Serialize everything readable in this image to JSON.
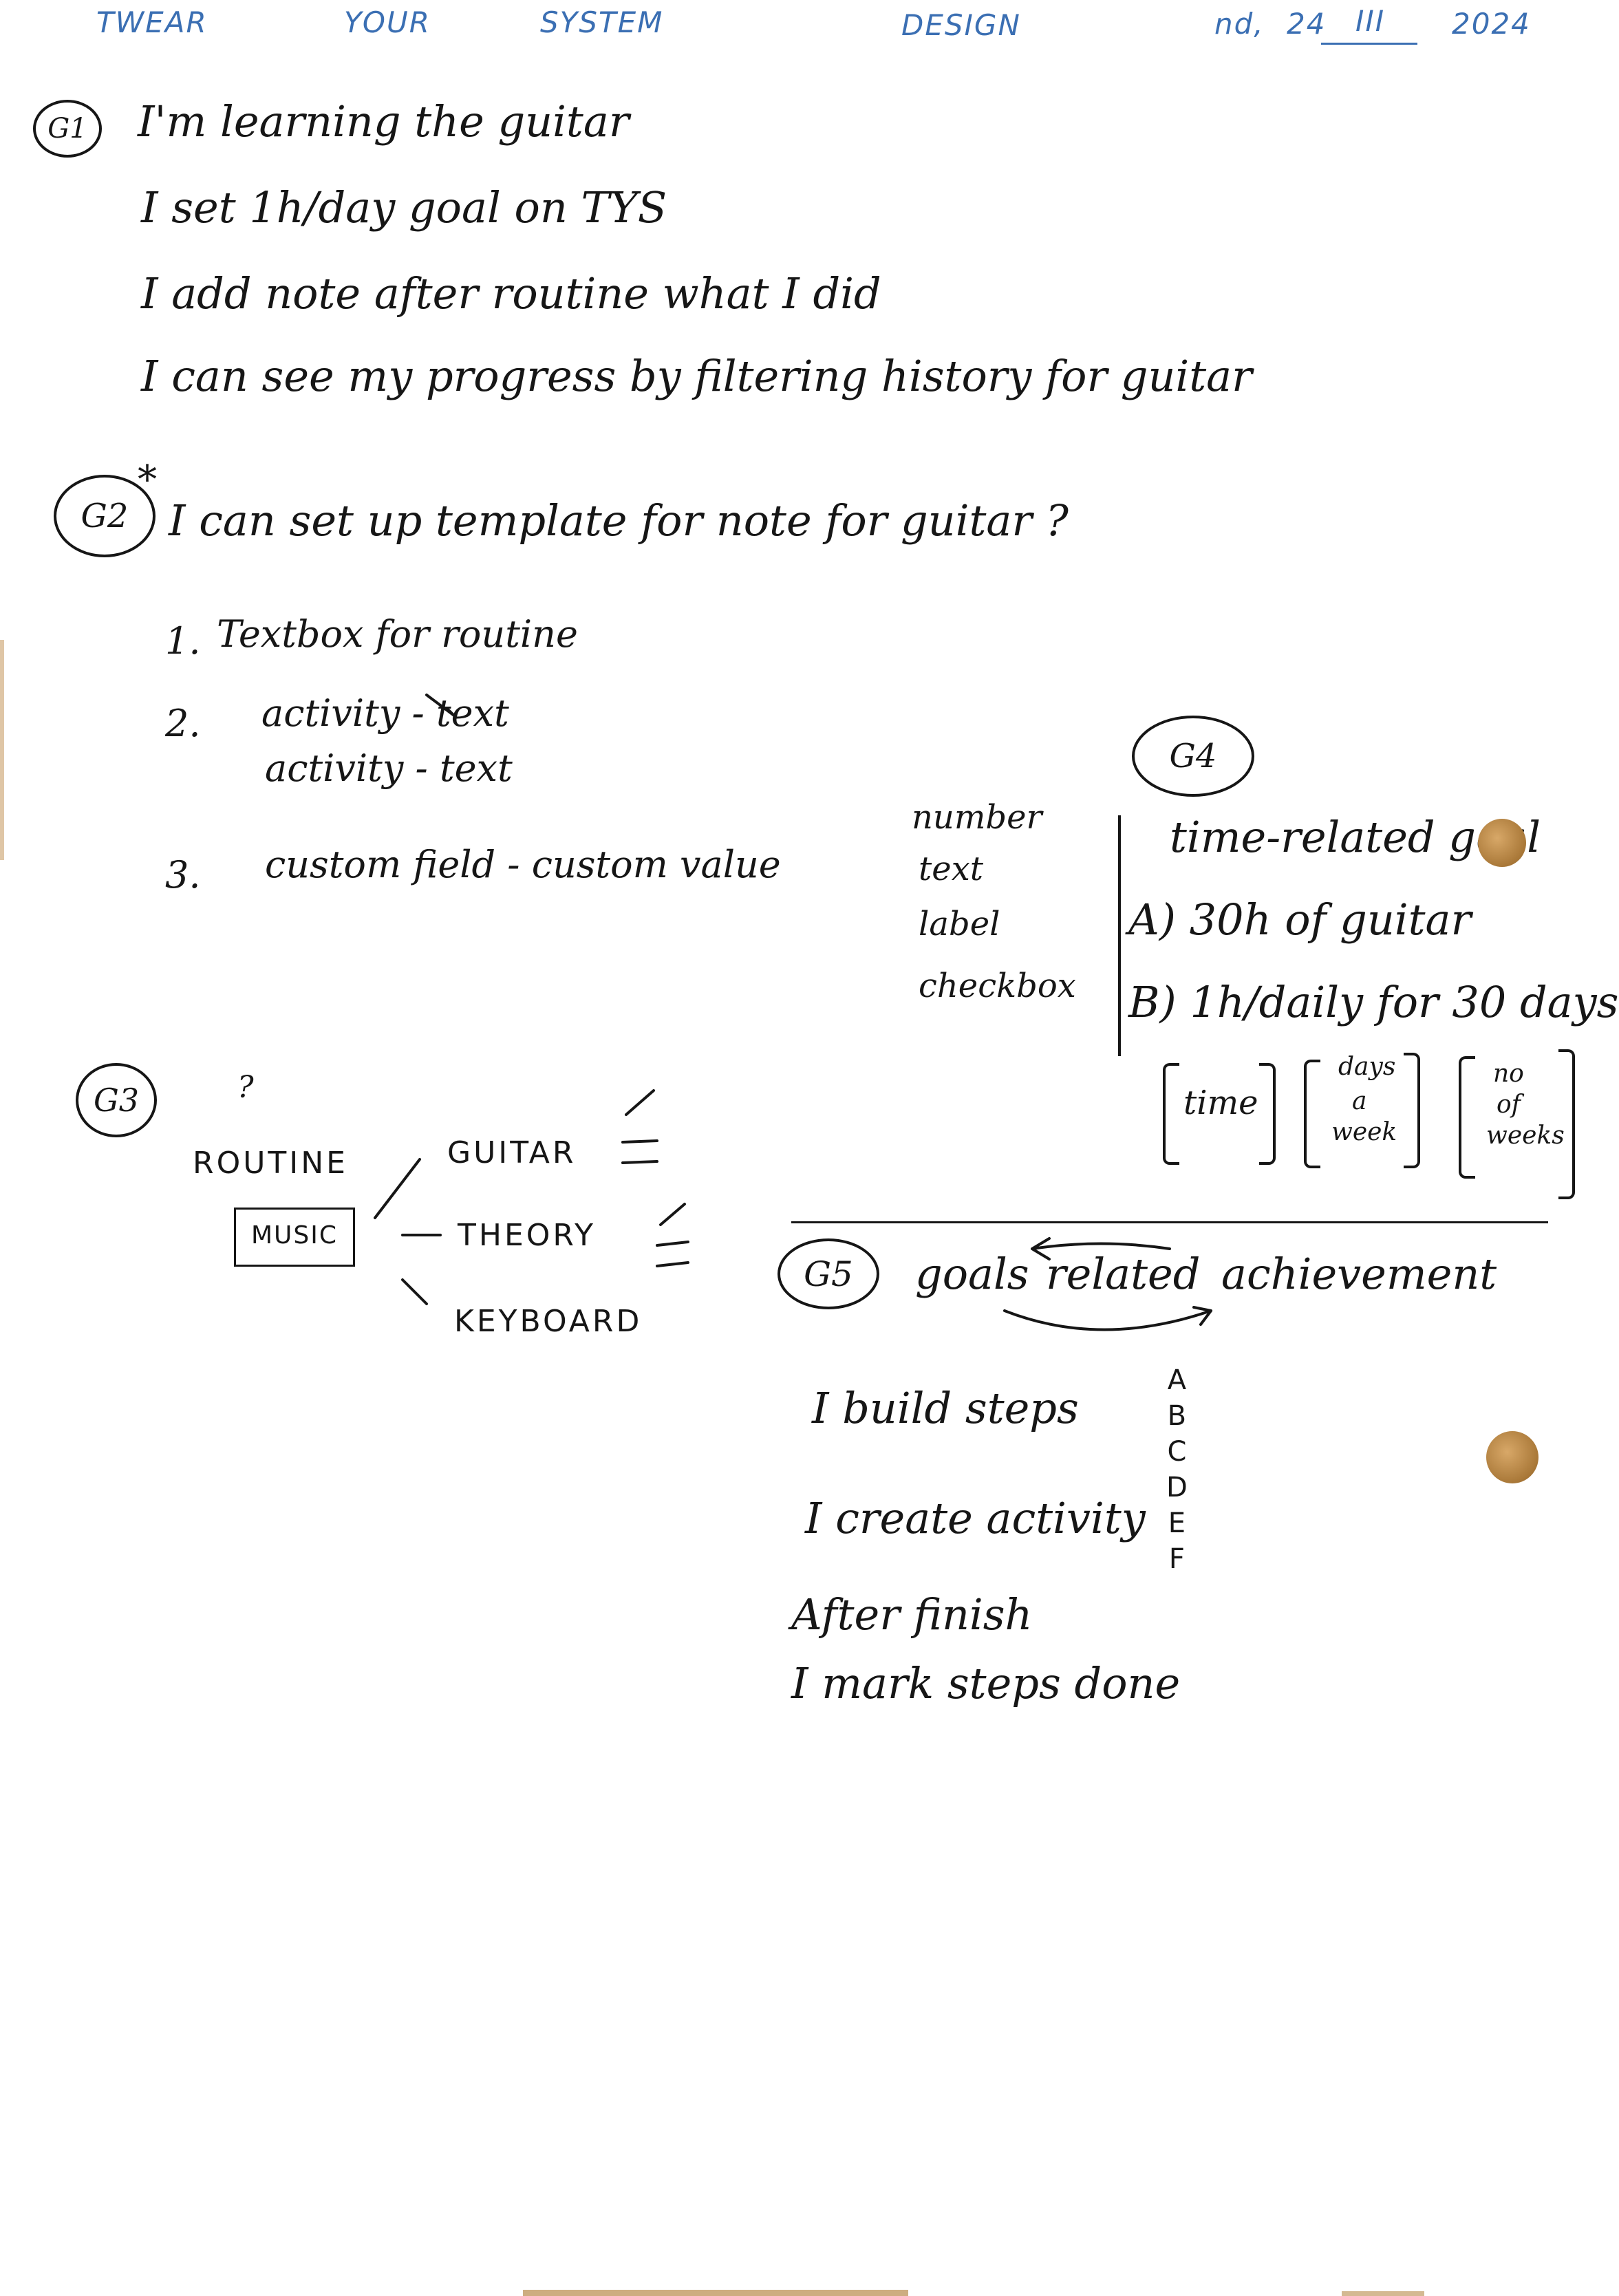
{
  "header": {
    "w1": "TWEAR",
    "w2": "YOUR",
    "w3": "SYSTEM",
    "w4": "DESIGN",
    "date_prefix": "nd,",
    "date_day": "24",
    "date_month": "III",
    "date_year": "2024"
  },
  "g1": {
    "tag": "G1",
    "lines": [
      "I'm learning the guitar",
      "I set 1h/day goal on TYS",
      "I add note after routine what I did",
      "I can see my progress by filtering history for guitar"
    ]
  },
  "g2": {
    "tag": "G2",
    "star": "*",
    "question": "I can set up template for note for guitar ?",
    "item1_num": "1.",
    "item1": "Textbox for routine",
    "item2_num": "2.",
    "item2a": "activity - text",
    "item2b": "activity - text",
    "item3_num": "3.",
    "item3": "custom field - custom value",
    "field_types": [
      "number",
      "text",
      "label",
      "checkbox"
    ]
  },
  "g3": {
    "tag": "G3",
    "question_mark": "?",
    "routine_label": "ROUTINE",
    "music_label": "MUSIC",
    "branches": [
      "GUITAR",
      "THEORY",
      "KEYBOARD"
    ]
  },
  "g4": {
    "tag": "G4",
    "title": "time-related goal",
    "option_a": "A) 30h of guitar",
    "option_b": "B) 1h/daily for 30 days",
    "box_time": "time",
    "box_days_1": "days",
    "box_days_2": "a",
    "box_days_3": "week",
    "box_weeks_1": "no",
    "box_weeks_2": "of",
    "box_weeks_3": "weeks"
  },
  "g5": {
    "tag": "G5",
    "word1": "goals",
    "word2": "related",
    "word3": "achievement",
    "lines": [
      "I build steps",
      "I create activity",
      "After finish",
      "I mark steps done"
    ],
    "letters": [
      "A",
      "B",
      "C",
      "D",
      "E",
      "F"
    ]
  },
  "colors": {
    "ink": "#161616",
    "header_blue": "#3b6fb3",
    "punch_hole": "#b88a4a"
  }
}
